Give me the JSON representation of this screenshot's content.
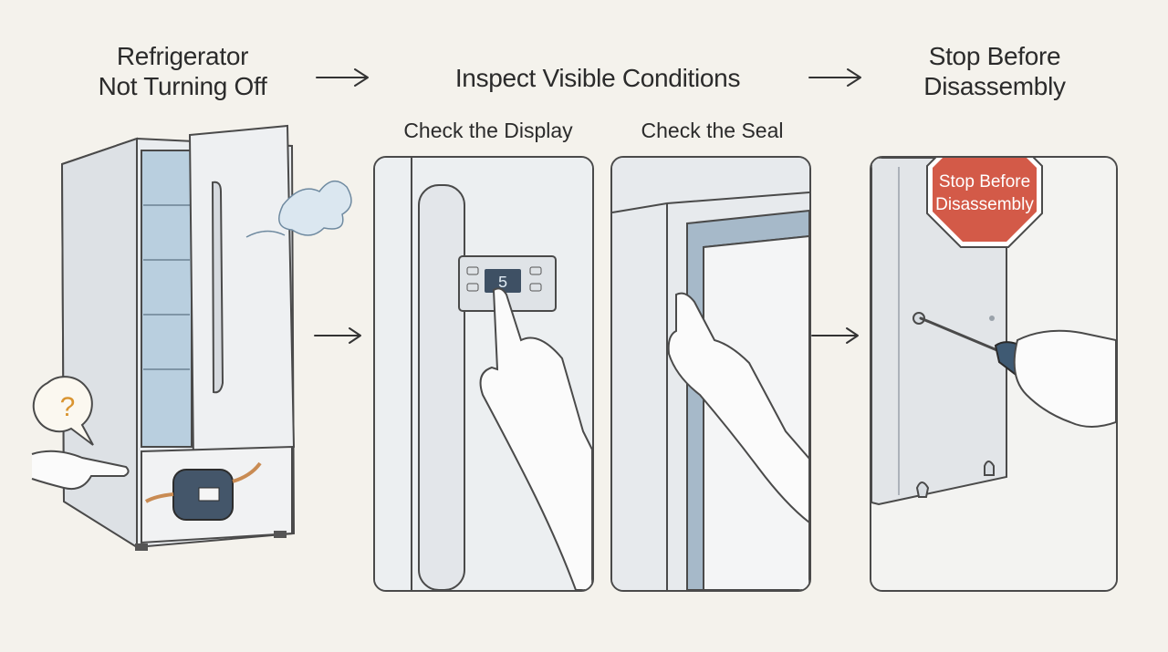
{
  "steps": {
    "start": {
      "title_line1": "Refrigerator",
      "title_line2": "Not Turning Off"
    },
    "inspect": {
      "title": "Inspect Visible Conditions"
    },
    "stop": {
      "title_line1": "Stop Before",
      "title_line2": "Disassembly"
    }
  },
  "panels": {
    "display": {
      "label": "Check the Display",
      "display_readout": "5"
    },
    "seal": {
      "label": "Check the Seal"
    },
    "stop_sign": {
      "line1": "Stop Before",
      "line2": "Disassembly"
    }
  },
  "icons": {
    "question": "?",
    "arrow": "arrow-right-icon"
  },
  "colors": {
    "background": "#f4f2ec",
    "stop_sign": "#d35a48",
    "question_badge": "#d99430",
    "outline": "#4a4a4a"
  }
}
